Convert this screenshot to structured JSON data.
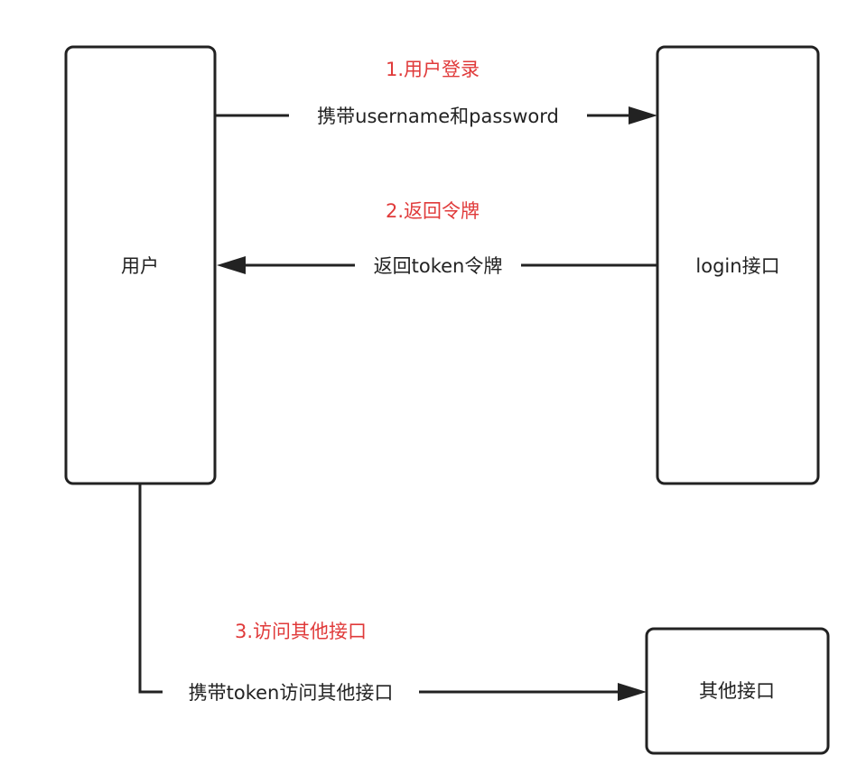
{
  "colors": {
    "step_label": "#e03a3a",
    "stroke": "#222222",
    "text": "#222222",
    "background": "#ffffff"
  },
  "nodes": {
    "user": {
      "label": "用户"
    },
    "login": {
      "label": "login接口"
    },
    "other": {
      "label": "其他接口"
    }
  },
  "steps": {
    "step1": "1.用户登录",
    "step2": "2.返回令牌",
    "step3": "3.访问其他接口"
  },
  "edges": {
    "login_request": {
      "label": "携带username和password"
    },
    "token_return": {
      "label": "返回token令牌"
    },
    "other_access": {
      "label": "携带token访问其他接口"
    }
  }
}
